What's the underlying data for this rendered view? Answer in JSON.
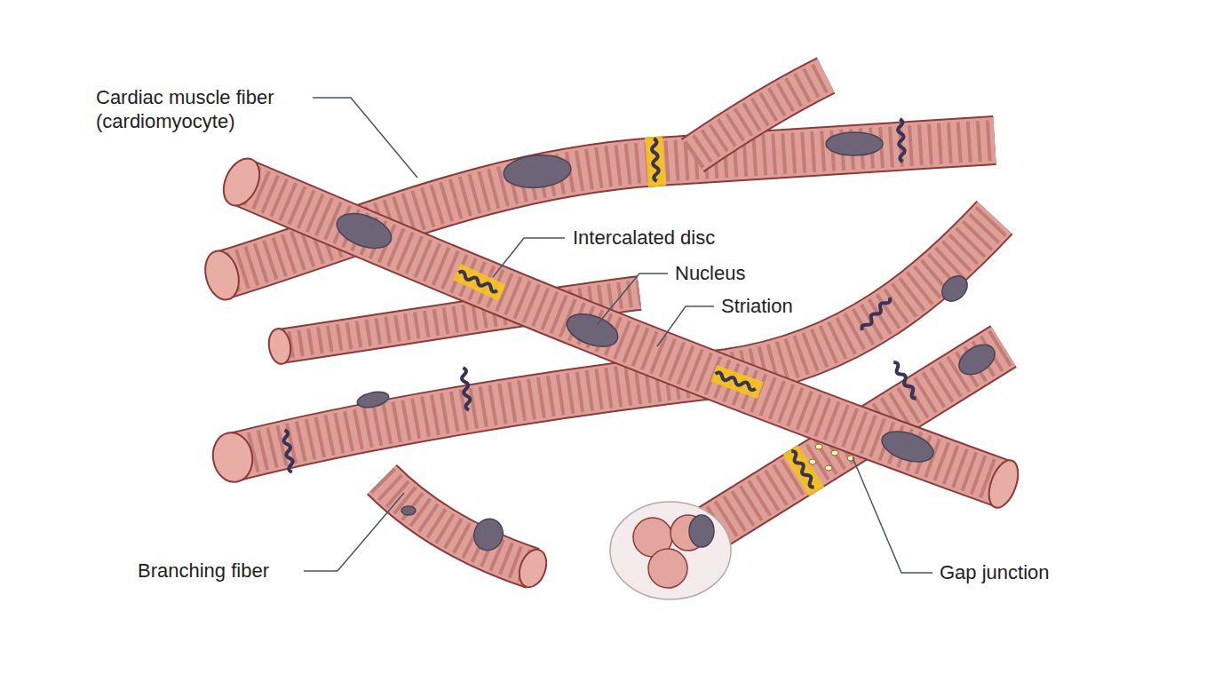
{
  "diagram": {
    "labels": [
      "Cardiac muscle fiber (cardiomyocyte)",
      "Intercalated disc",
      "Nucleus",
      "Striation",
      "Branching fiber",
      "Gap junction"
    ]
  }
}
